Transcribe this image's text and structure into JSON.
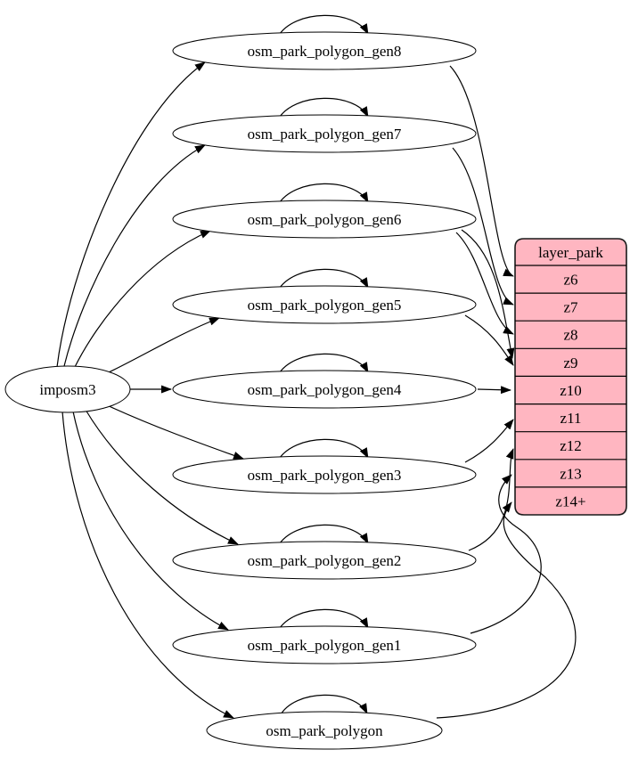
{
  "diagram": {
    "type": "graphviz-etl-graph",
    "source_node": {
      "id": "imposm3",
      "label": "imposm3"
    },
    "tables": [
      {
        "id": "osm_park_polygon_gen8",
        "label": "osm_park_polygon_gen8"
      },
      {
        "id": "osm_park_polygon_gen7",
        "label": "osm_park_polygon_gen7"
      },
      {
        "id": "osm_park_polygon_gen6",
        "label": "osm_park_polygon_gen6"
      },
      {
        "id": "osm_park_polygon_gen5",
        "label": "osm_park_polygon_gen5"
      },
      {
        "id": "osm_park_polygon_gen4",
        "label": "osm_park_polygon_gen4"
      },
      {
        "id": "osm_park_polygon_gen3",
        "label": "osm_park_polygon_gen3"
      },
      {
        "id": "osm_park_polygon_gen2",
        "label": "osm_park_polygon_gen2"
      },
      {
        "id": "osm_park_polygon_gen1",
        "label": "osm_park_polygon_gen1"
      },
      {
        "id": "osm_park_polygon",
        "label": "osm_park_polygon"
      }
    ],
    "layer_table": {
      "id": "layer_park",
      "header": "layer_park",
      "rows": [
        "z6",
        "z7",
        "z8",
        "z9",
        "z10",
        "z11",
        "z12",
        "z13",
        "z14+"
      ],
      "fill": "#ffb6c1",
      "stroke": "#000000"
    },
    "colors": {
      "edge": "#000000",
      "node_fill": "#ffffff",
      "table_fill": "#ffb6c1"
    },
    "edges": [
      {
        "from": "imposm3",
        "to": "osm_park_polygon_gen8"
      },
      {
        "from": "imposm3",
        "to": "osm_park_polygon_gen7"
      },
      {
        "from": "imposm3",
        "to": "osm_park_polygon_gen6"
      },
      {
        "from": "imposm3",
        "to": "osm_park_polygon_gen5"
      },
      {
        "from": "imposm3",
        "to": "osm_park_polygon_gen4"
      },
      {
        "from": "imposm3",
        "to": "osm_park_polygon_gen3"
      },
      {
        "from": "imposm3",
        "to": "osm_park_polygon_gen2"
      },
      {
        "from": "imposm3",
        "to": "osm_park_polygon_gen1"
      },
      {
        "from": "imposm3",
        "to": "osm_park_polygon"
      },
      {
        "from": "osm_park_polygon_gen8",
        "to": "osm_park_polygon_gen8"
      },
      {
        "from": "osm_park_polygon_gen7",
        "to": "osm_park_polygon_gen7"
      },
      {
        "from": "osm_park_polygon_gen6",
        "to": "osm_park_polygon_gen6"
      },
      {
        "from": "osm_park_polygon_gen5",
        "to": "osm_park_polygon_gen5"
      },
      {
        "from": "osm_park_polygon_gen4",
        "to": "osm_park_polygon_gen4"
      },
      {
        "from": "osm_park_polygon_gen3",
        "to": "osm_park_polygon_gen3"
      },
      {
        "from": "osm_park_polygon_gen2",
        "to": "osm_park_polygon_gen2"
      },
      {
        "from": "osm_park_polygon_gen1",
        "to": "osm_park_polygon_gen1"
      },
      {
        "from": "osm_park_polygon",
        "to": "osm_park_polygon"
      },
      {
        "from": "osm_park_polygon_gen8",
        "to": "layer_park:z6"
      },
      {
        "from": "osm_park_polygon_gen7",
        "to": "layer_park:z7"
      },
      {
        "from": "osm_park_polygon_gen6",
        "to": "layer_park:z8"
      },
      {
        "from": "osm_park_polygon_gen6",
        "to": "layer_park:z9"
      },
      {
        "from": "osm_park_polygon_gen5",
        "to": "layer_park:z9"
      },
      {
        "from": "osm_park_polygon_gen4",
        "to": "layer_park:z10"
      },
      {
        "from": "osm_park_polygon_gen3",
        "to": "layer_park:z11"
      },
      {
        "from": "osm_park_polygon_gen2",
        "to": "layer_park:z12"
      },
      {
        "from": "osm_park_polygon_gen1",
        "to": "layer_park:z13"
      },
      {
        "from": "osm_park_polygon",
        "to": "layer_park:z14+"
      }
    ]
  }
}
